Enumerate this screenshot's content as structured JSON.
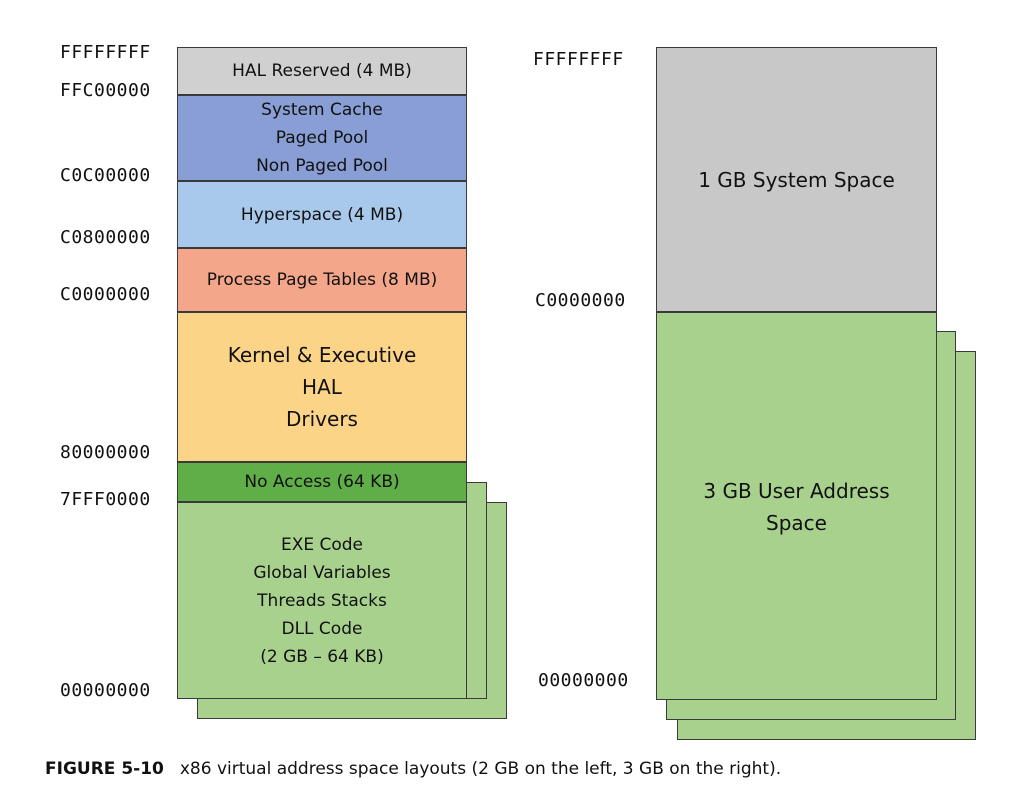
{
  "left": {
    "addresses": [
      "FFFFFFFF",
      "FFC00000",
      "C0C00000",
      "C0800000",
      "C0000000",
      "80000000",
      "7FFF0000",
      "00000000"
    ],
    "segments": [
      {
        "lines": [
          "HAL Reserved (4 MB)"
        ],
        "color": "#d0d0d0"
      },
      {
        "lines": [
          "System Cache",
          "Paged Pool",
          "Non Paged Pool"
        ],
        "color": "#8a9ed6"
      },
      {
        "lines": [
          "Hyperspace (4 MB)"
        ],
        "color": "#a8c8ec"
      },
      {
        "lines": [
          "Process Page Tables (8 MB)"
        ],
        "color": "#f4a68a"
      },
      {
        "lines": [
          "Kernel & Executive",
          "HAL",
          "Drivers"
        ],
        "color": "#fcd488"
      },
      {
        "lines": [
          "No Access (64 KB)"
        ],
        "color": "#5fae48"
      },
      {
        "lines": [
          "EXE Code",
          "Global Variables",
          "Threads Stacks",
          "DLL Code",
          "(2 GB – 64 KB)"
        ],
        "color": "#a9d18e"
      }
    ]
  },
  "right": {
    "addresses": [
      "FFFFFFFF",
      "C0000000",
      "00000000"
    ],
    "segments": [
      {
        "lines": [
          "1 GB System Space"
        ],
        "color": "#c8c8c8"
      },
      {
        "lines": [
          "3 GB User Address",
          "Space"
        ],
        "color": "#a9d18e"
      }
    ]
  },
  "caption": {
    "label": "FIGURE 5-10",
    "text": "x86 virtual address space layouts (2 GB on the left, 3 GB on the right)."
  }
}
